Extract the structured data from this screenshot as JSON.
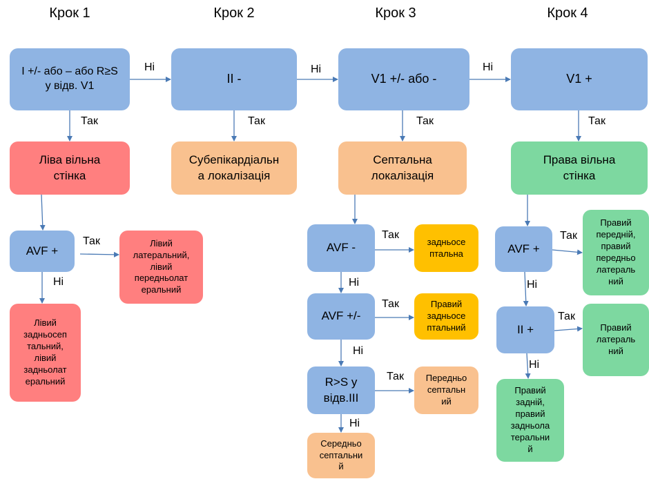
{
  "steps": [
    "Крок 1",
    "Крок 2",
    "Крок 3",
    "Крок 4"
  ],
  "labels": {
    "yes": "Так",
    "no": "Ні"
  },
  "boxes": {
    "s1_question": "I +/- або – або R≥S\nу відв. V1",
    "s2_question": "II -",
    "s3_question": "V1 +/- або -",
    "s4_question": "V1 +",
    "s1_result": "Ліва вільна\nстінка",
    "s2_result": "Субепікардіальн\nа локалізація",
    "s3_result": "Септальна\nлокалізація",
    "s4_result": "Права вільна\nстінка",
    "s1_avf": "AVF +",
    "s1_avf_yes": "Лівий\nлатеральний,\nлівий\nпередньолат\nеральний",
    "s1_avf_no": "Лівий\nзадньосеп\nтальний,\nлівий\nзадньолат\nеральний",
    "s3_avf_minus": "AVF -",
    "s3_avf_minus_yes": "задньосе\nптальна",
    "s3_avf_pm": "AVF +/-",
    "s3_avf_pm_yes": "Правий\nзадньосе\nптальний",
    "s3_rs": "R>S у\nвідв.III",
    "s3_rs_yes": "Передньо\nсептальн\nий",
    "s3_rs_no": "Середньо\nсептальни\nй",
    "s4_avf": "AVF +",
    "s4_avf_yes": "Правий\nпередній,\nправий\nпередньо\nлатераль\nний",
    "s4_ii": "II +",
    "s4_ii_yes": "Правий\nлатераль\nний",
    "s4_ii_no": "Правий\nзадній,\nправий\nзадньола\nтеральни\nй"
  },
  "colors": {
    "question": "#8fb4e3",
    "left_wall": "#ff7f7f",
    "subepicardial": "#f9c18f",
    "septal": "#f9c18f",
    "right_wall": "#7dd8a0",
    "posteroseptal": "#ffc000",
    "arrow": "#4a7ab5"
  }
}
